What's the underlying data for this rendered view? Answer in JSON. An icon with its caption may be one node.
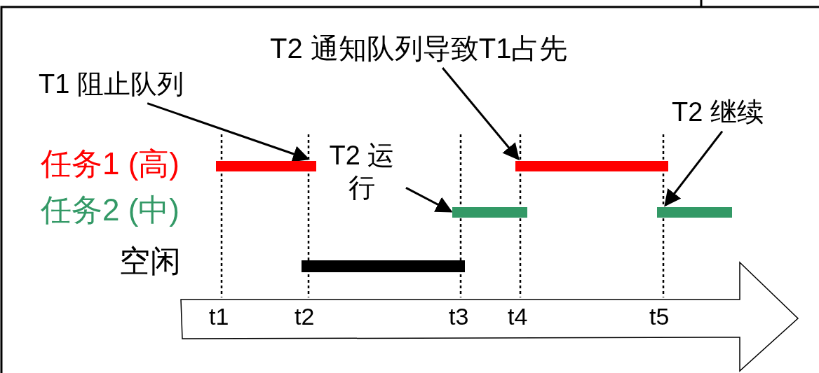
{
  "diagram": {
    "nodes": [
      {
        "text": [
          "T2 通知队列导致T1占先"
        ]
      },
      {
        "text": [
          "T1 阻止队列"
        ]
      },
      {
        "text": [
          "T2 继续"
        ]
      },
      {
        "text": [
          "T2 运行"
        ]
      },
      {
        "text": [],
        "shape": "bar"
      },
      {
        "text": [],
        "shape": "bar"
      },
      {
        "text": [],
        "shape": "bar"
      },
      {
        "text": [],
        "shape": "bar"
      },
      {
        "text": [],
        "shape": "bar"
      }
    ],
    "edges": [
      {
        "from": 0,
        "to": 5,
        "arrow": "to"
      },
      {
        "from": 1,
        "to": 4,
        "arrow": "to"
      },
      {
        "from": 2,
        "to": 7,
        "arrow": "to"
      },
      {
        "from": 3,
        "to": 6,
        "arrow": "to"
      }
    ],
    "labels": [
      "任务1 (高)",
      "任务2 (中)",
      "空闲",
      "t1",
      "t2",
      "t3",
      "t4",
      "t5"
    ]
  }
}
